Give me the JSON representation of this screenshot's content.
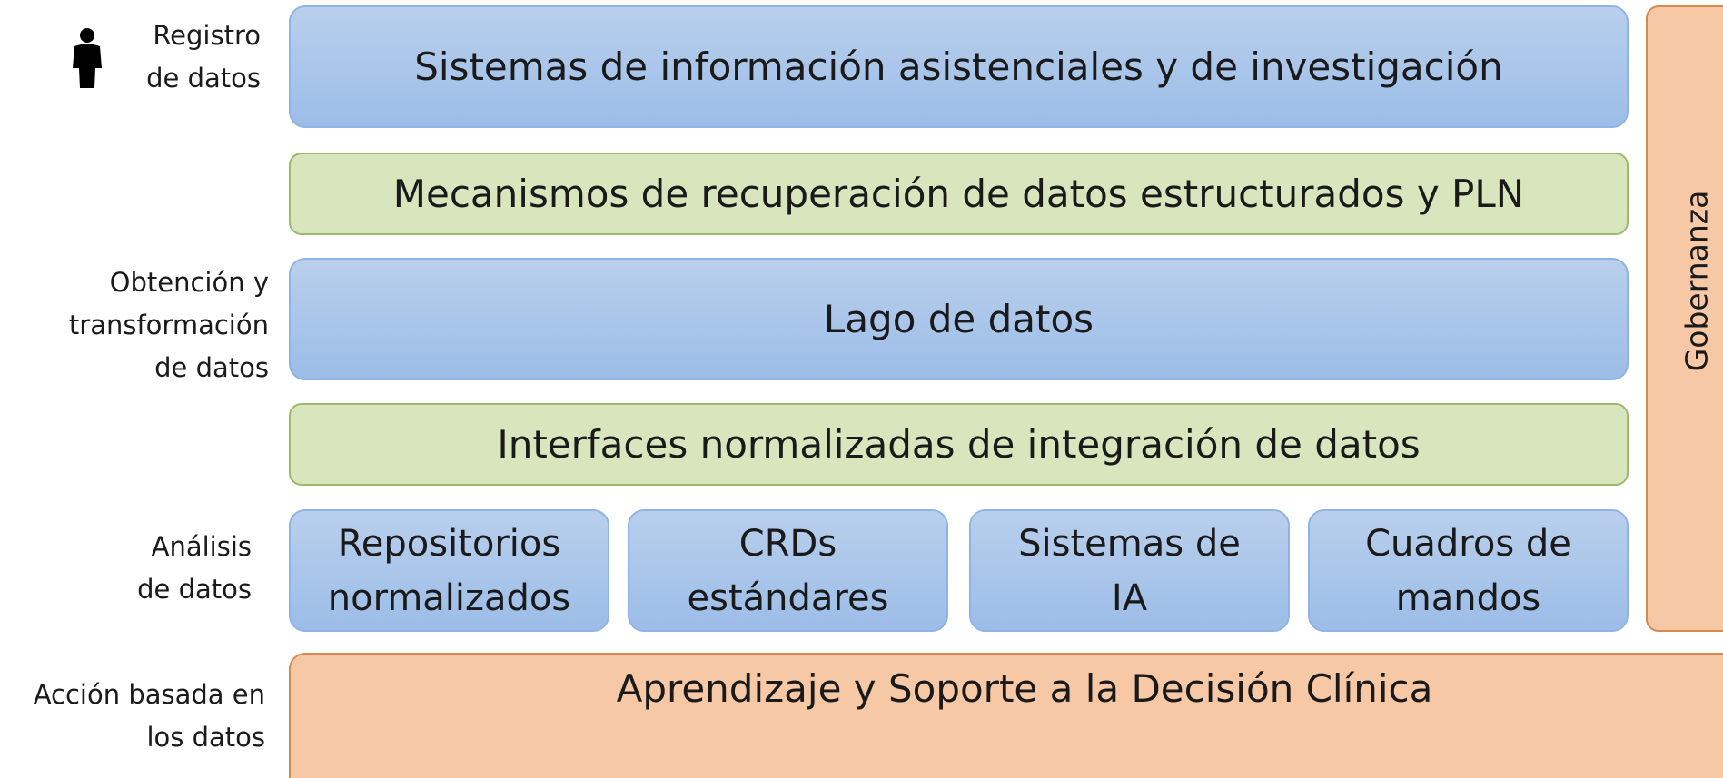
{
  "left_labels": {
    "registro": [
      "Registro",
      "de datos"
    ],
    "obtencion": [
      "Obtención y",
      "transformación",
      "de datos"
    ],
    "analisis": [
      "Análisis",
      "de datos"
    ],
    "accion": [
      "Acción basada en",
      "los datos"
    ]
  },
  "layers": {
    "sistemas": "Sistemas de información asistenciales y de investigación",
    "mecanismos": "Mecanismos de recuperación de datos estructurados y PLN",
    "lago": "Lago de datos",
    "interfaces": "Interfaces normalizadas de integración de datos"
  },
  "analysis_boxes": [
    [
      "Repositorios",
      "normalizados"
    ],
    [
      "CRDs",
      "estándares"
    ],
    [
      "Sistemas de",
      "IA"
    ],
    [
      "Cuadros de",
      "mandos"
    ]
  ],
  "bottom": "Aprendizaje y Soporte a la Decisión Clínica",
  "gobernanza": "Gobernanza",
  "icons": {
    "registro": "person-icon"
  },
  "colors": {
    "blue_layer": "#a9c6ea",
    "green_layer": "#d8e5bd",
    "orange_layer": "#f7c8a6"
  }
}
